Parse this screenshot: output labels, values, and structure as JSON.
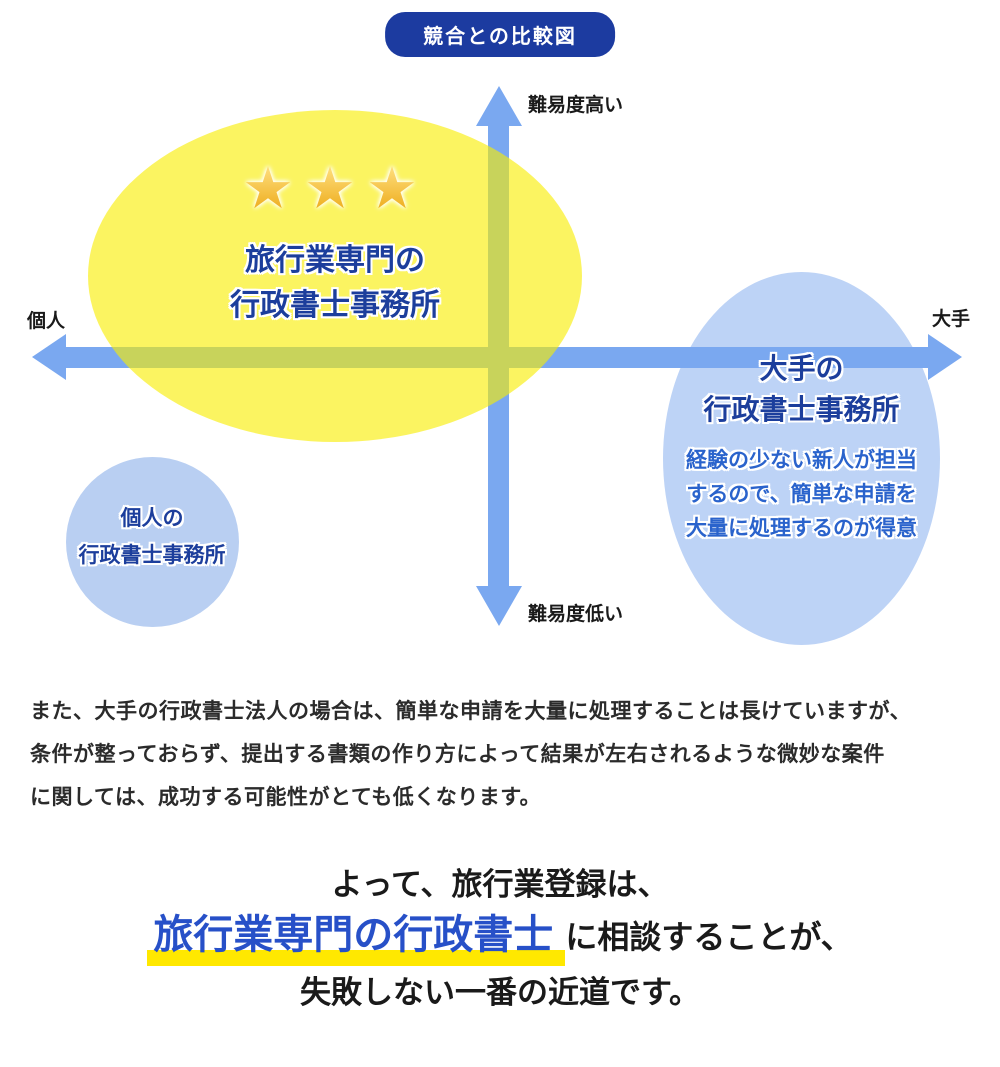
{
  "title_badge": {
    "label": "競合との比較図"
  },
  "axes": {
    "top_label": "難易度高い",
    "bottom_label": "難易度低い",
    "left_label": "個人",
    "right_label": "大手"
  },
  "bubbles": {
    "specialist": {
      "stars": "★★★",
      "line1": "旅行業専門の",
      "line2": "行政書士事務所"
    },
    "individual": {
      "line1": "個人の",
      "line2": "行政書士事務所"
    },
    "major": {
      "line1": "大手の",
      "line2": "行政書士事務所",
      "desc1": "経験の少ない新人が担当",
      "desc2": "するので、簡単な申請を",
      "desc3": "大量に処理するのが得意"
    }
  },
  "paragraph": {
    "line1": "また、大手の行政書士法人の場合は、簡単な申請を大量に処理することは長けていますが、",
    "line2": "条件が整っておらず、提出する書類の作り方によって結果が左右されるような微妙な案件",
    "line3": "に関しては、成功する可能性がとても低くなります。"
  },
  "conclusion": {
    "line1": "よって、旅行業登録は、",
    "highlight": "旅行業専門の行政書士",
    "line2_suffix": "に相談することが、",
    "line3": "失敗しない一番の近道です。"
  },
  "colors": {
    "badge_bg": "#1c3ba0",
    "arrow": "#7aa8f0",
    "specialist_bubble_yellow": "#f6ee30",
    "competitor_bubble_blue": "#bdd3f6",
    "navy_text": "#1c3e9c",
    "desc_text_blue": "#2a63cc",
    "highlight_text_blue": "#2750c8",
    "highlight_underline_yellow": "#ffe800",
    "star_gold": "#f0b41f"
  }
}
